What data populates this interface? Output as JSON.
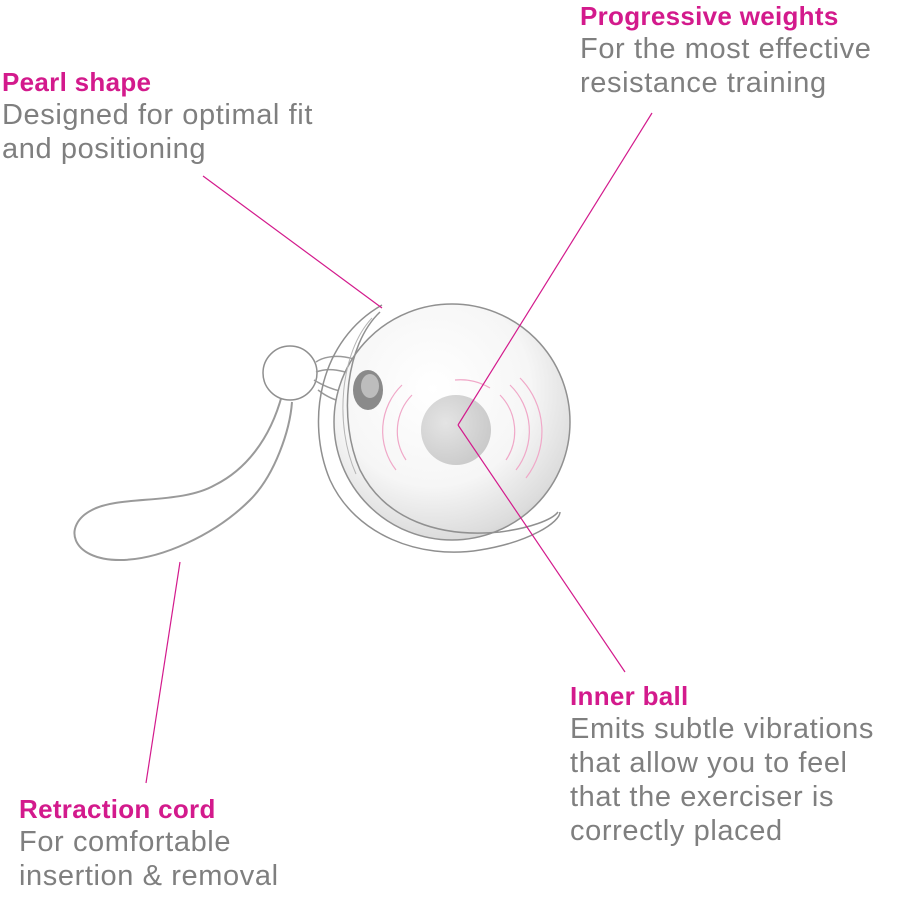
{
  "colors": {
    "accent": "#d31a8c",
    "body_text": "#7f7f7f",
    "outline": "#9a9a9a"
  },
  "callouts": {
    "pearl_shape": {
      "title": "Pearl shape",
      "description": "Designed for optimal fit\nand positioning"
    },
    "progressive_weights": {
      "title": "Progressive weights",
      "description": "For the most effective\nresistance training"
    },
    "inner_ball": {
      "title": "Inner ball",
      "description": "Emits subtle vibrations\nthat allow you to feel\nthat the exerciser is\ncorrectly placed"
    },
    "retraction_cord": {
      "title": "Retraction cord",
      "description": "For comfortable\ninsertion & removal"
    }
  }
}
